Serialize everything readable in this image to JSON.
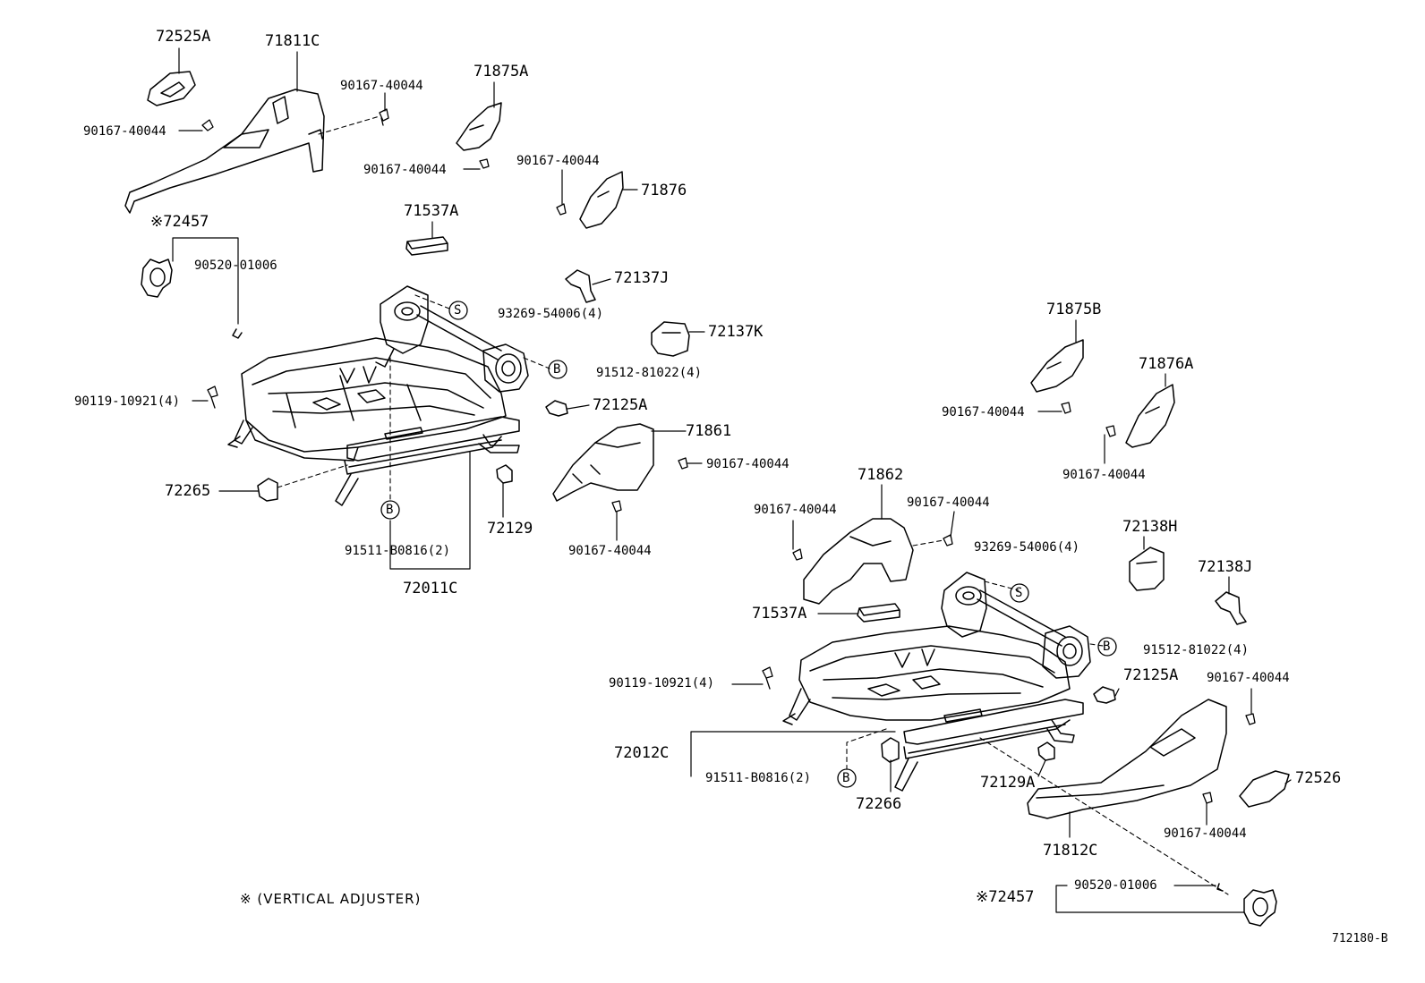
{
  "diagram": {
    "note": "※ (VERTICAL  ADJUSTER)",
    "figure_code": "712180-B",
    "callouts": {
      "c72525A": "72525A",
      "c71811C": "71811C",
      "c90167_a": "90167-40044",
      "c90167_b": "90167-40044",
      "c71875A": "71875A",
      "c90167_c": "90167-40044",
      "c90167_d": "90167-40044",
      "c71876": "71876",
      "c72457_l": "※72457",
      "c90520_l": "90520-01006",
      "c71537A_l": "71537A",
      "c72137J": "72137J",
      "c93269_l": "93269-54006(4)",
      "c72137K": "72137K",
      "c91512_l": "91512-81022(4)",
      "c90119_l": "90119-10921(4)",
      "c72125A_l": "72125A",
      "c71861": "71861",
      "c90167_e": "90167-40044",
      "c72265": "72265",
      "c72129": "72129",
      "c90167_f": "90167-40044",
      "c91511_l": "91511-B0816(2)",
      "c72011C": "72011C",
      "c71875B": "71875B",
      "c71876A": "71876A",
      "c90167_g": "90167-40044",
      "c90167_h": "90167-40044",
      "c71862": "71862",
      "c90167_i": "90167-40044",
      "c90167_j": "90167-40044",
      "c93269_r": "93269-54006(4)",
      "c72138H": "72138H",
      "c72138J": "72138J",
      "c71537A_r": "71537A",
      "c91512_r": "91512-81022(4)",
      "c90119_r": "90119-10921(4)",
      "c72125A_r": "72125A",
      "c90167_k": "90167-40044",
      "c72012C": "72012C",
      "c91511_r": "91511-B0816(2)",
      "c72266": "72266",
      "c72129A": "72129A",
      "c72526": "72526",
      "c90167_l": "90167-40044",
      "c71812C": "71812C",
      "c72457_r": "※72457",
      "c90520_r": "90520-01006",
      "s1": "S",
      "s2": "S",
      "b1": "B",
      "b2": "B",
      "b3": "B",
      "b4": "B"
    }
  }
}
